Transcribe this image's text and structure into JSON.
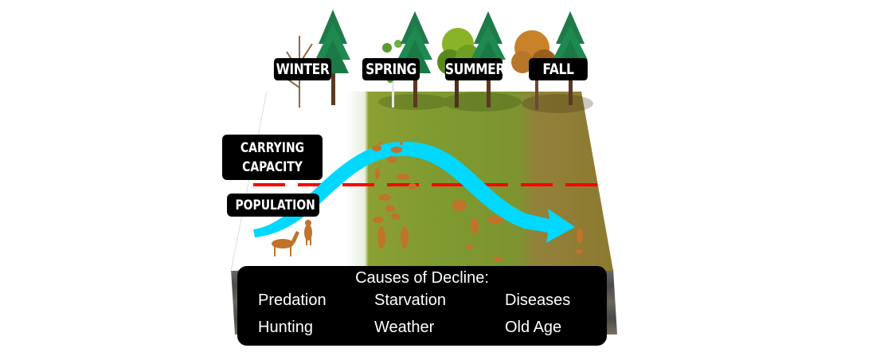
{
  "seasons": [
    {
      "label": "WINTER"
    },
    {
      "label": "SPRING"
    },
    {
      "label": "SUMMER"
    },
    {
      "label": "FALL"
    }
  ],
  "labels": {
    "carrying_capacity_line1": "CARRYING",
    "carrying_capacity_line2": "CAPACITY",
    "population": "POPULATION"
  },
  "causes_of_decline": {
    "title": "Causes of Decline:",
    "items": [
      "Predation",
      "Starvation",
      "Diseases",
      "Hunting",
      "Weather",
      "Old Age"
    ]
  },
  "colors": {
    "population_curve": "#00d8ff",
    "carrying_capacity_line": "#ff0000",
    "winter_ground": "#ffffff",
    "spring_ground": "#8aa030",
    "summer_ground": "#7c9a2e",
    "fall_ground": "#8f7a32",
    "deer": "#c0742a",
    "label_bg": "#000000",
    "label_text": "#ffffff"
  }
}
